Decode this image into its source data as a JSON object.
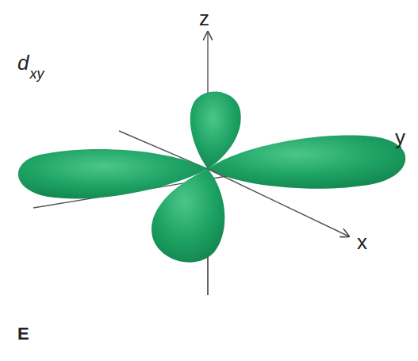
{
  "diagram": {
    "labels": [
      "z",
      "y",
      "x",
      "d",
      "xy",
      "E"
    ]
  }
}
